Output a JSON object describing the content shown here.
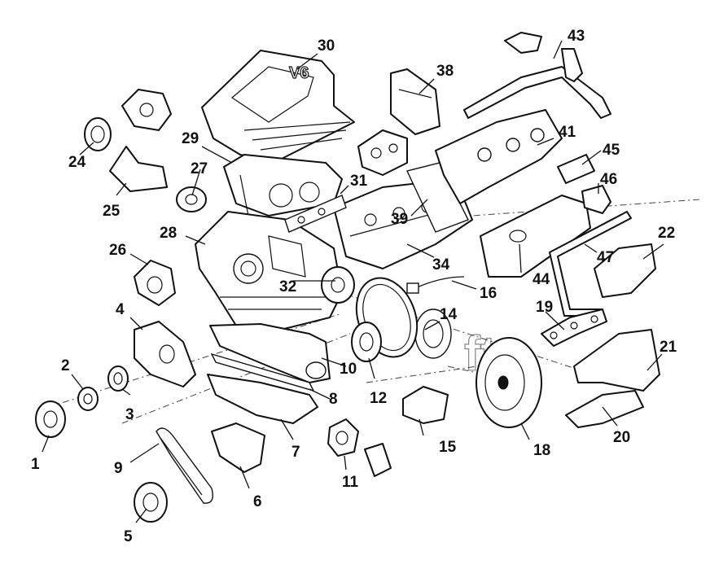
{
  "diagram": {
    "engine_badge": "V6",
    "watermark": "ft",
    "callouts": {
      "p1": "1",
      "p2": "2",
      "p3": "3",
      "p4": "4",
      "p5": "5",
      "p6": "6",
      "p7": "7",
      "p8": "8",
      "p9": "9",
      "p10": "10",
      "p11": "11",
      "p12": "12",
      "p14": "14",
      "p15": "15",
      "p16": "16",
      "p18": "18",
      "p19": "19",
      "p20": "20",
      "p21": "21",
      "p22": "22",
      "p24": "24",
      "p25": "25",
      "p26": "26",
      "p27": "27",
      "p28": "28",
      "p29": "29",
      "p30": "30",
      "p31": "31",
      "p32": "32",
      "p34": "34",
      "p38": "38",
      "p39": "39",
      "p41": "41",
      "p43": "43",
      "p44": "44",
      "p45": "45",
      "p46": "46",
      "p47": "47"
    }
  }
}
